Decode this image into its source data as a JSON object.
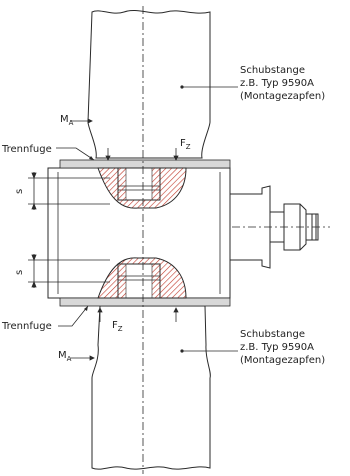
{
  "labels": {
    "top_rod_line1": "Schubstange",
    "top_rod_line2": "z.B. Typ 9590A",
    "top_rod_line3": "(Montagezapfen)",
    "bottom_rod_line1": "Schubstange",
    "bottom_rod_line2": "z.B. Typ 9590A",
    "bottom_rod_line3": "(Montagezapfen)",
    "separation_top": "Trennfuge",
    "separation_bottom": "Trennfuge",
    "moment_top": "M",
    "moment_top_sub": "A",
    "moment_bottom": "M",
    "moment_bottom_sub": "A",
    "force_top": "F",
    "force_top_sub": "Z",
    "force_bottom": "F",
    "force_bottom_sub": "Z",
    "gap_top": "s",
    "gap_bottom": "s"
  },
  "colors": {
    "stroke": "#2a2a2a",
    "flange_fill": "#d8d8d8",
    "hatch": "#c0392b"
  }
}
